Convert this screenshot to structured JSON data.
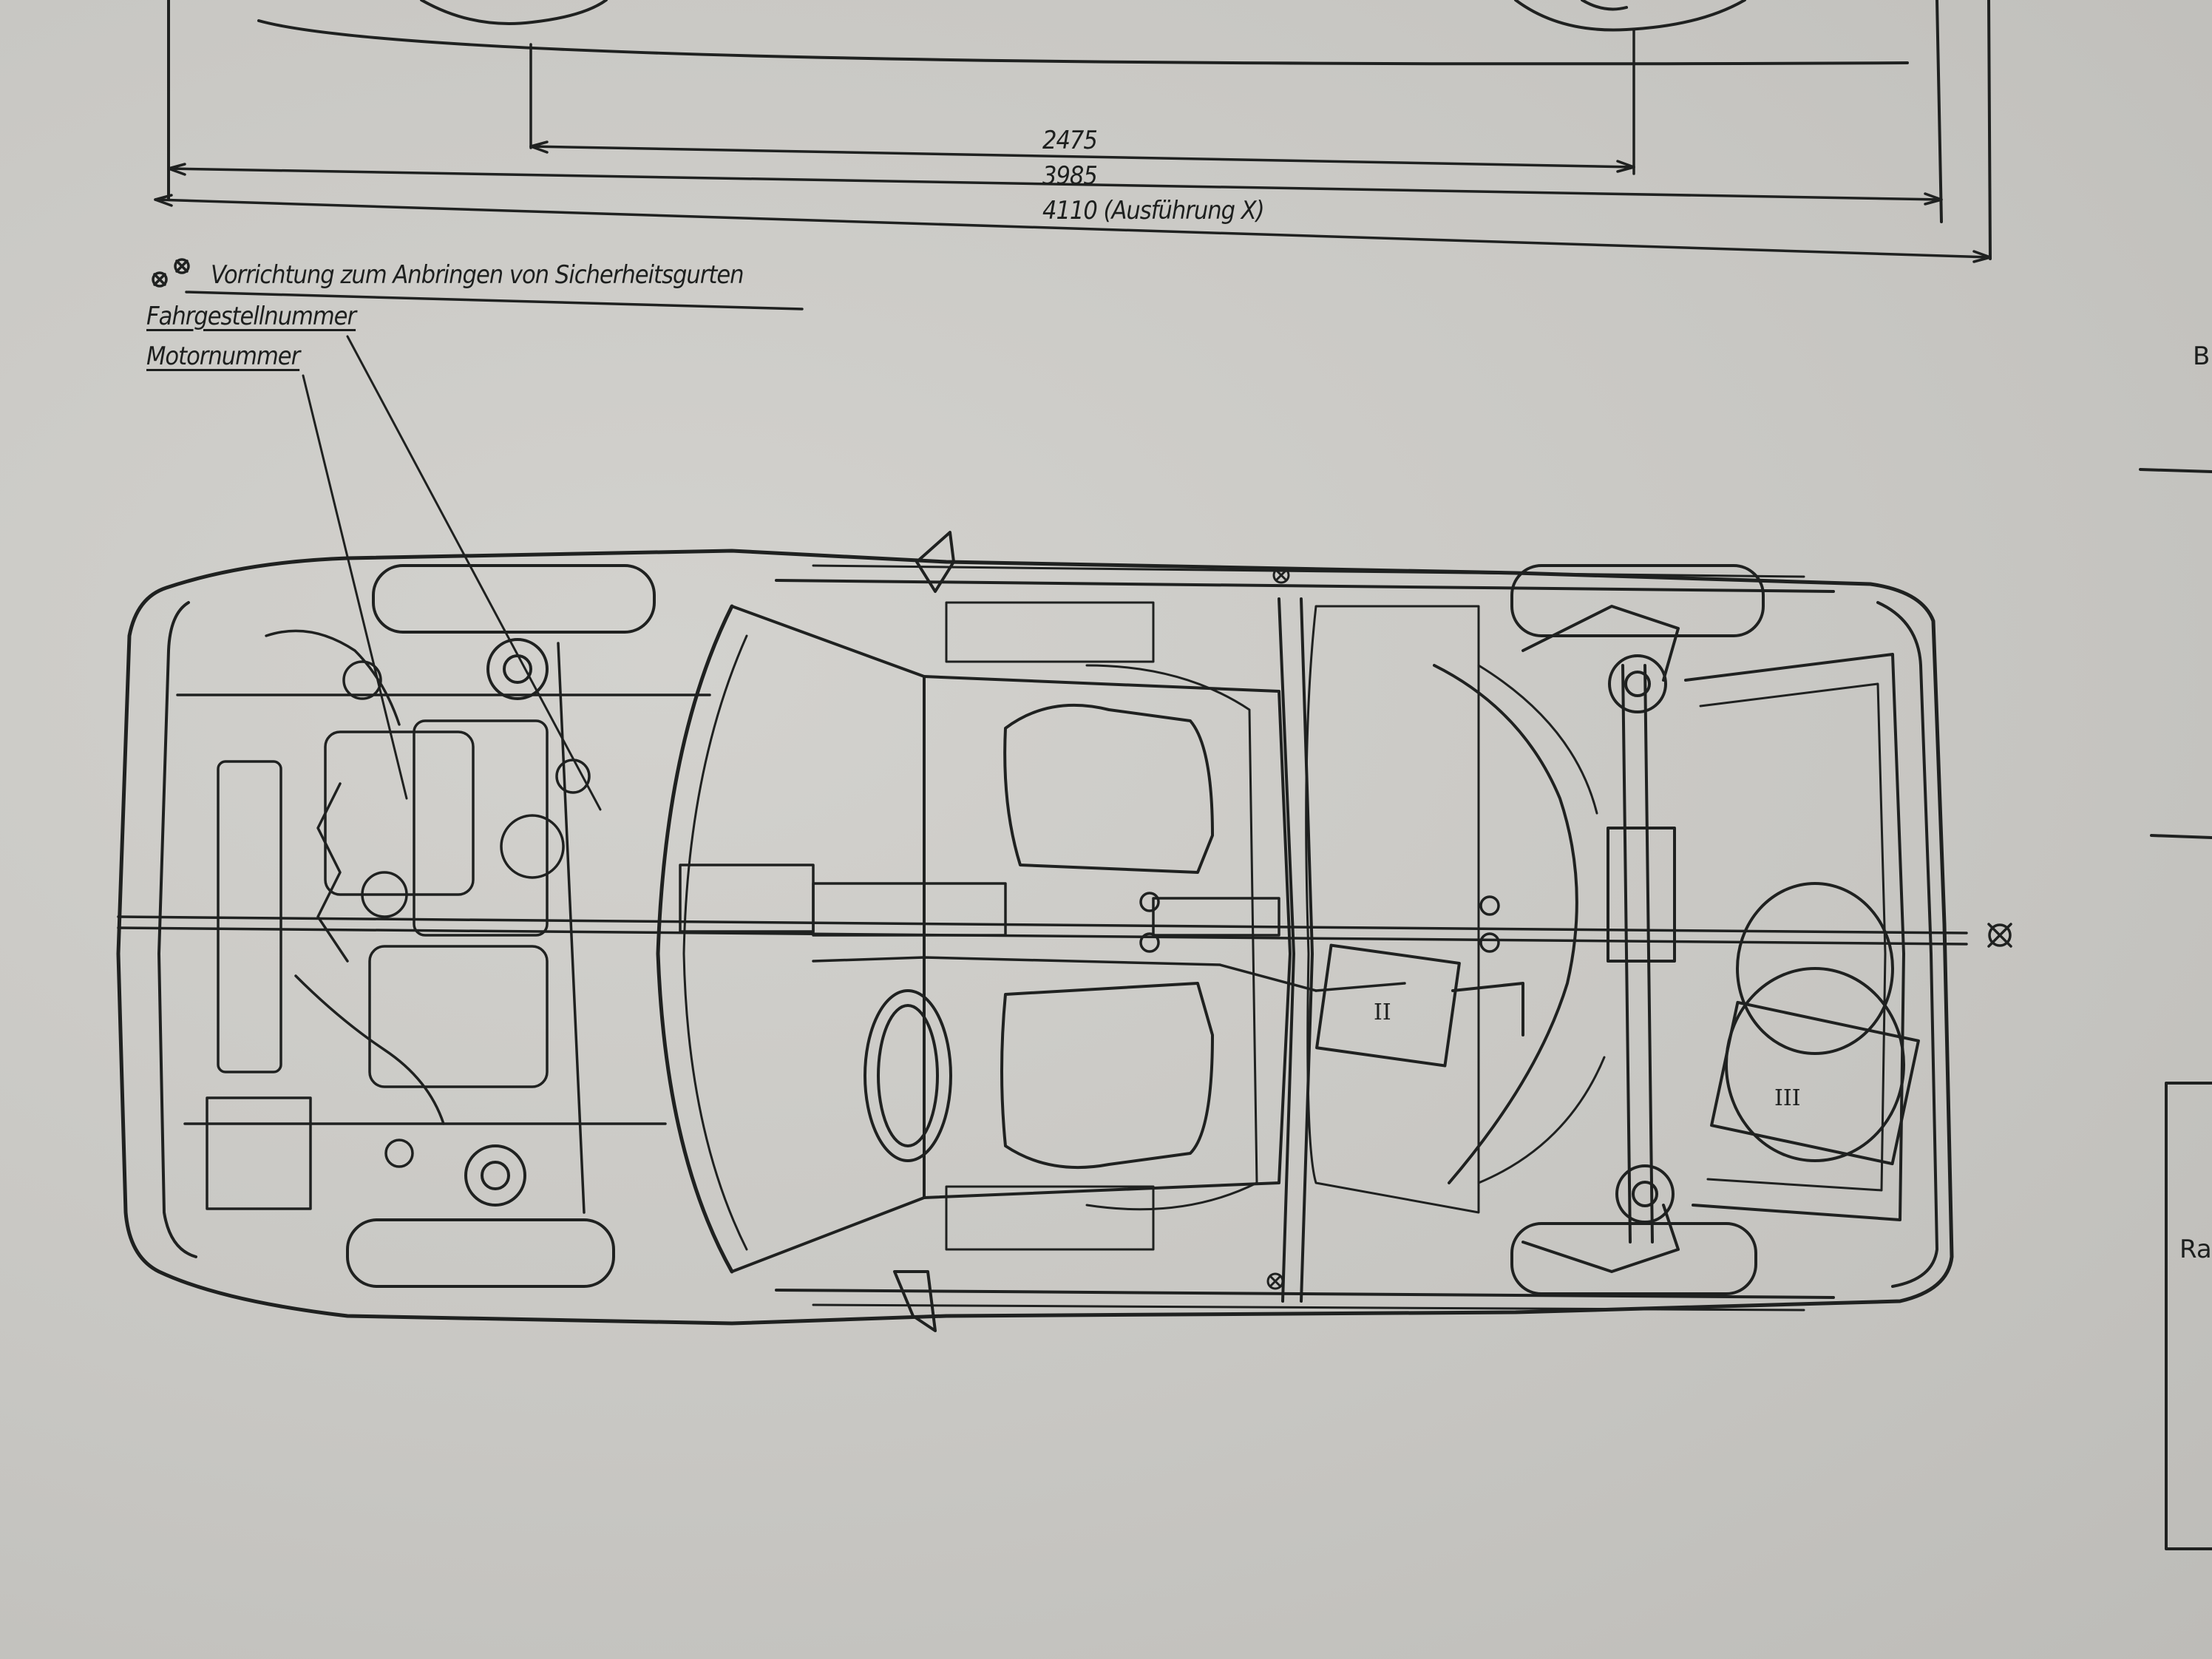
{
  "dimensions": {
    "wheelbase": "2475",
    "length": "3985",
    "length_x": "4110 (Ausführung X)"
  },
  "legend": {
    "belt_mount": "Vorrichtung zum Anbringen von Sicherheitsgurten",
    "chassis_number": "Fahrgestellnummer",
    "engine_number": "Motornummer"
  },
  "markers": {
    "exhaust": "II",
    "fuel_tank": "III"
  },
  "edge_text": {
    "top_right": "B",
    "bottom_right": "Ra"
  },
  "icons": [
    "bolt-symbol-icon"
  ]
}
